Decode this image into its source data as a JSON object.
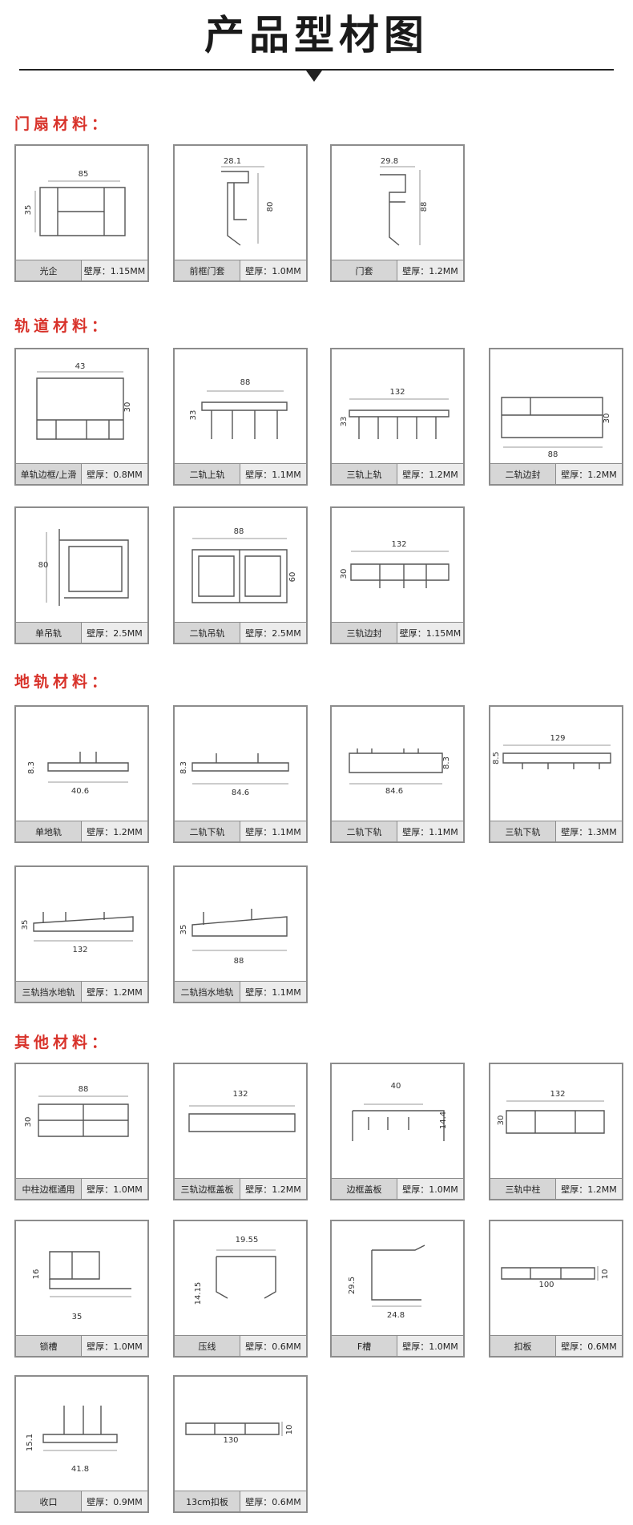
{
  "title": "产品型材图",
  "sections": [
    {
      "heading": "门扇材料：",
      "items": [
        {
          "name": "光企",
          "spec": "壁厚：1.15MM",
          "dims": [
            "85",
            "35"
          ]
        },
        {
          "name": "前框门套",
          "spec": "壁厚：1.0MM",
          "dims": [
            "28.1",
            "80"
          ]
        },
        {
          "name": "门套",
          "spec": "壁厚：1.2MM",
          "dims": [
            "29.8",
            "88"
          ]
        }
      ]
    },
    {
      "heading": "轨道材料：",
      "items": [
        {
          "name": "单轨边框/上滑",
          "spec": "壁厚：0.8MM",
          "dims": [
            "43",
            "30"
          ]
        },
        {
          "name": "二轨上轨",
          "spec": "壁厚：1.1MM",
          "dims": [
            "88",
            "33"
          ]
        },
        {
          "name": "三轨上轨",
          "spec": "壁厚：1.2MM",
          "dims": [
            "132",
            "33"
          ]
        },
        {
          "name": "二轨边封",
          "spec": "壁厚：1.2MM",
          "dims": [
            "88",
            "30"
          ]
        },
        {
          "name": "单吊轨",
          "spec": "壁厚：2.5MM",
          "dims": [
            "80"
          ]
        },
        {
          "name": "二轨吊轨",
          "spec": "壁厚：2.5MM",
          "dims": [
            "88",
            "60"
          ]
        },
        {
          "name": "三轨边封",
          "spec": "壁厚：1.15MM",
          "dims": [
            "132",
            "30"
          ]
        }
      ]
    },
    {
      "heading": "地轨材料：",
      "items": [
        {
          "name": "单地轨",
          "spec": "壁厚：1.2MM",
          "dims": [
            "40.6",
            "8.3"
          ]
        },
        {
          "name": "二轨下轨",
          "spec": "壁厚：1.1MM",
          "dims": [
            "84.6",
            "8.3"
          ]
        },
        {
          "name": "二轨下轨",
          "spec": "壁厚：1.1MM",
          "dims": [
            "84.6",
            "8.3"
          ]
        },
        {
          "name": "三轨下轨",
          "spec": "壁厚：1.3MM",
          "dims": [
            "129",
            "8.5"
          ]
        },
        {
          "name": "三轨挡水地轨",
          "spec": "壁厚：1.2MM",
          "dims": [
            "132",
            "35"
          ]
        },
        {
          "name": "二轨挡水地轨",
          "spec": "壁厚：1.1MM",
          "dims": [
            "88",
            "35"
          ]
        }
      ]
    },
    {
      "heading": "其他材料：",
      "items": [
        {
          "name": "中柱边框通用",
          "spec": "壁厚：1.0MM",
          "dims": [
            "88",
            "30"
          ]
        },
        {
          "name": "三轨边框盖板",
          "spec": "壁厚：1.2MM",
          "dims": [
            "132"
          ]
        },
        {
          "name": "边框盖板",
          "spec": "壁厚：1.0MM",
          "dims": [
            "40",
            "14.4"
          ]
        },
        {
          "name": "三轨中柱",
          "spec": "壁厚：1.2MM",
          "dims": [
            "132",
            "30"
          ]
        },
        {
          "name": "锁槽",
          "spec": "壁厚：1.0MM",
          "dims": [
            "35",
            "16"
          ]
        },
        {
          "name": "压线",
          "spec": "壁厚：0.6MM",
          "dims": [
            "19.55",
            "14.15"
          ]
        },
        {
          "name": "F槽",
          "spec": "壁厚：1.0MM",
          "dims": [
            "24.8",
            "29.5"
          ]
        },
        {
          "name": "扣板",
          "spec": "壁厚：0.6MM",
          "dims": [
            "100",
            "10"
          ]
        },
        {
          "name": "收口",
          "spec": "壁厚：0.9MM",
          "dims": [
            "41.8",
            "15.1"
          ]
        },
        {
          "name": "13cm扣板",
          "spec": "壁厚：0.6MM",
          "dims": [
            "130",
            "10"
          ]
        }
      ]
    }
  ]
}
